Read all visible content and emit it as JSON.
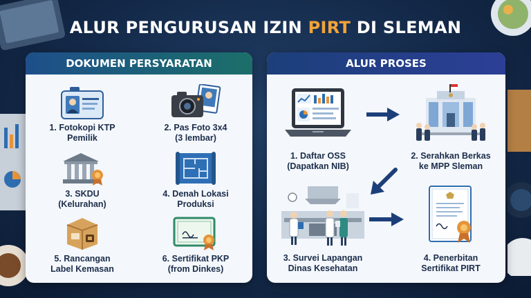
{
  "title": {
    "prefix": "ALUR PENGURUSAN IZIN ",
    "highlight": "PIRT",
    "suffix": " DI SLEMAN"
  },
  "colors": {
    "accent": "#f2a33a",
    "navy": "#142a4a",
    "teal_header": "#1c6f6a",
    "blue_header": "#2c3f96",
    "arrow": "#1c3f7a"
  },
  "documents": {
    "header": "DOKUMEN PERSYARATAN",
    "items": [
      {
        "line1": "1. Fotokopi KTP",
        "line2": "Pemilik",
        "icon": "id-card-icon"
      },
      {
        "line1": "2. Pas Foto 3x4",
        "line2": "(3 lembar)",
        "icon": "camera-icon"
      },
      {
        "line1": "3. SKDU",
        "line2": "(Kelurahan)",
        "icon": "building-certificate-icon"
      },
      {
        "line1": "4. Denah Lokasi",
        "line2": "Produksi",
        "icon": "floor-plan-icon"
      },
      {
        "line1": "5. Rancangan",
        "line2": "Label Kemasan",
        "icon": "package-icon"
      },
      {
        "line1": "6. Sertifikat PKP",
        "line2": "(from Dinkes)",
        "icon": "certificate-icon"
      }
    ]
  },
  "process": {
    "header": "ALUR PROSES",
    "steps": [
      {
        "line1": "1. Daftar OSS",
        "line2": "(Dapatkan NIB)",
        "icon": "laptop-dashboard-icon"
      },
      {
        "line1": "2. Serahkan Berkas",
        "line2": "ke MPP Sleman",
        "icon": "government-office-icon"
      },
      {
        "line1": "3. Survei Lapangan",
        "line2": "Dinas Kesehatan",
        "icon": "kitchen-inspection-icon"
      },
      {
        "line1": "4. Penerbitan",
        "line2": "Sertifikat PIRT",
        "icon": "pirt-certificate-icon"
      }
    ]
  }
}
